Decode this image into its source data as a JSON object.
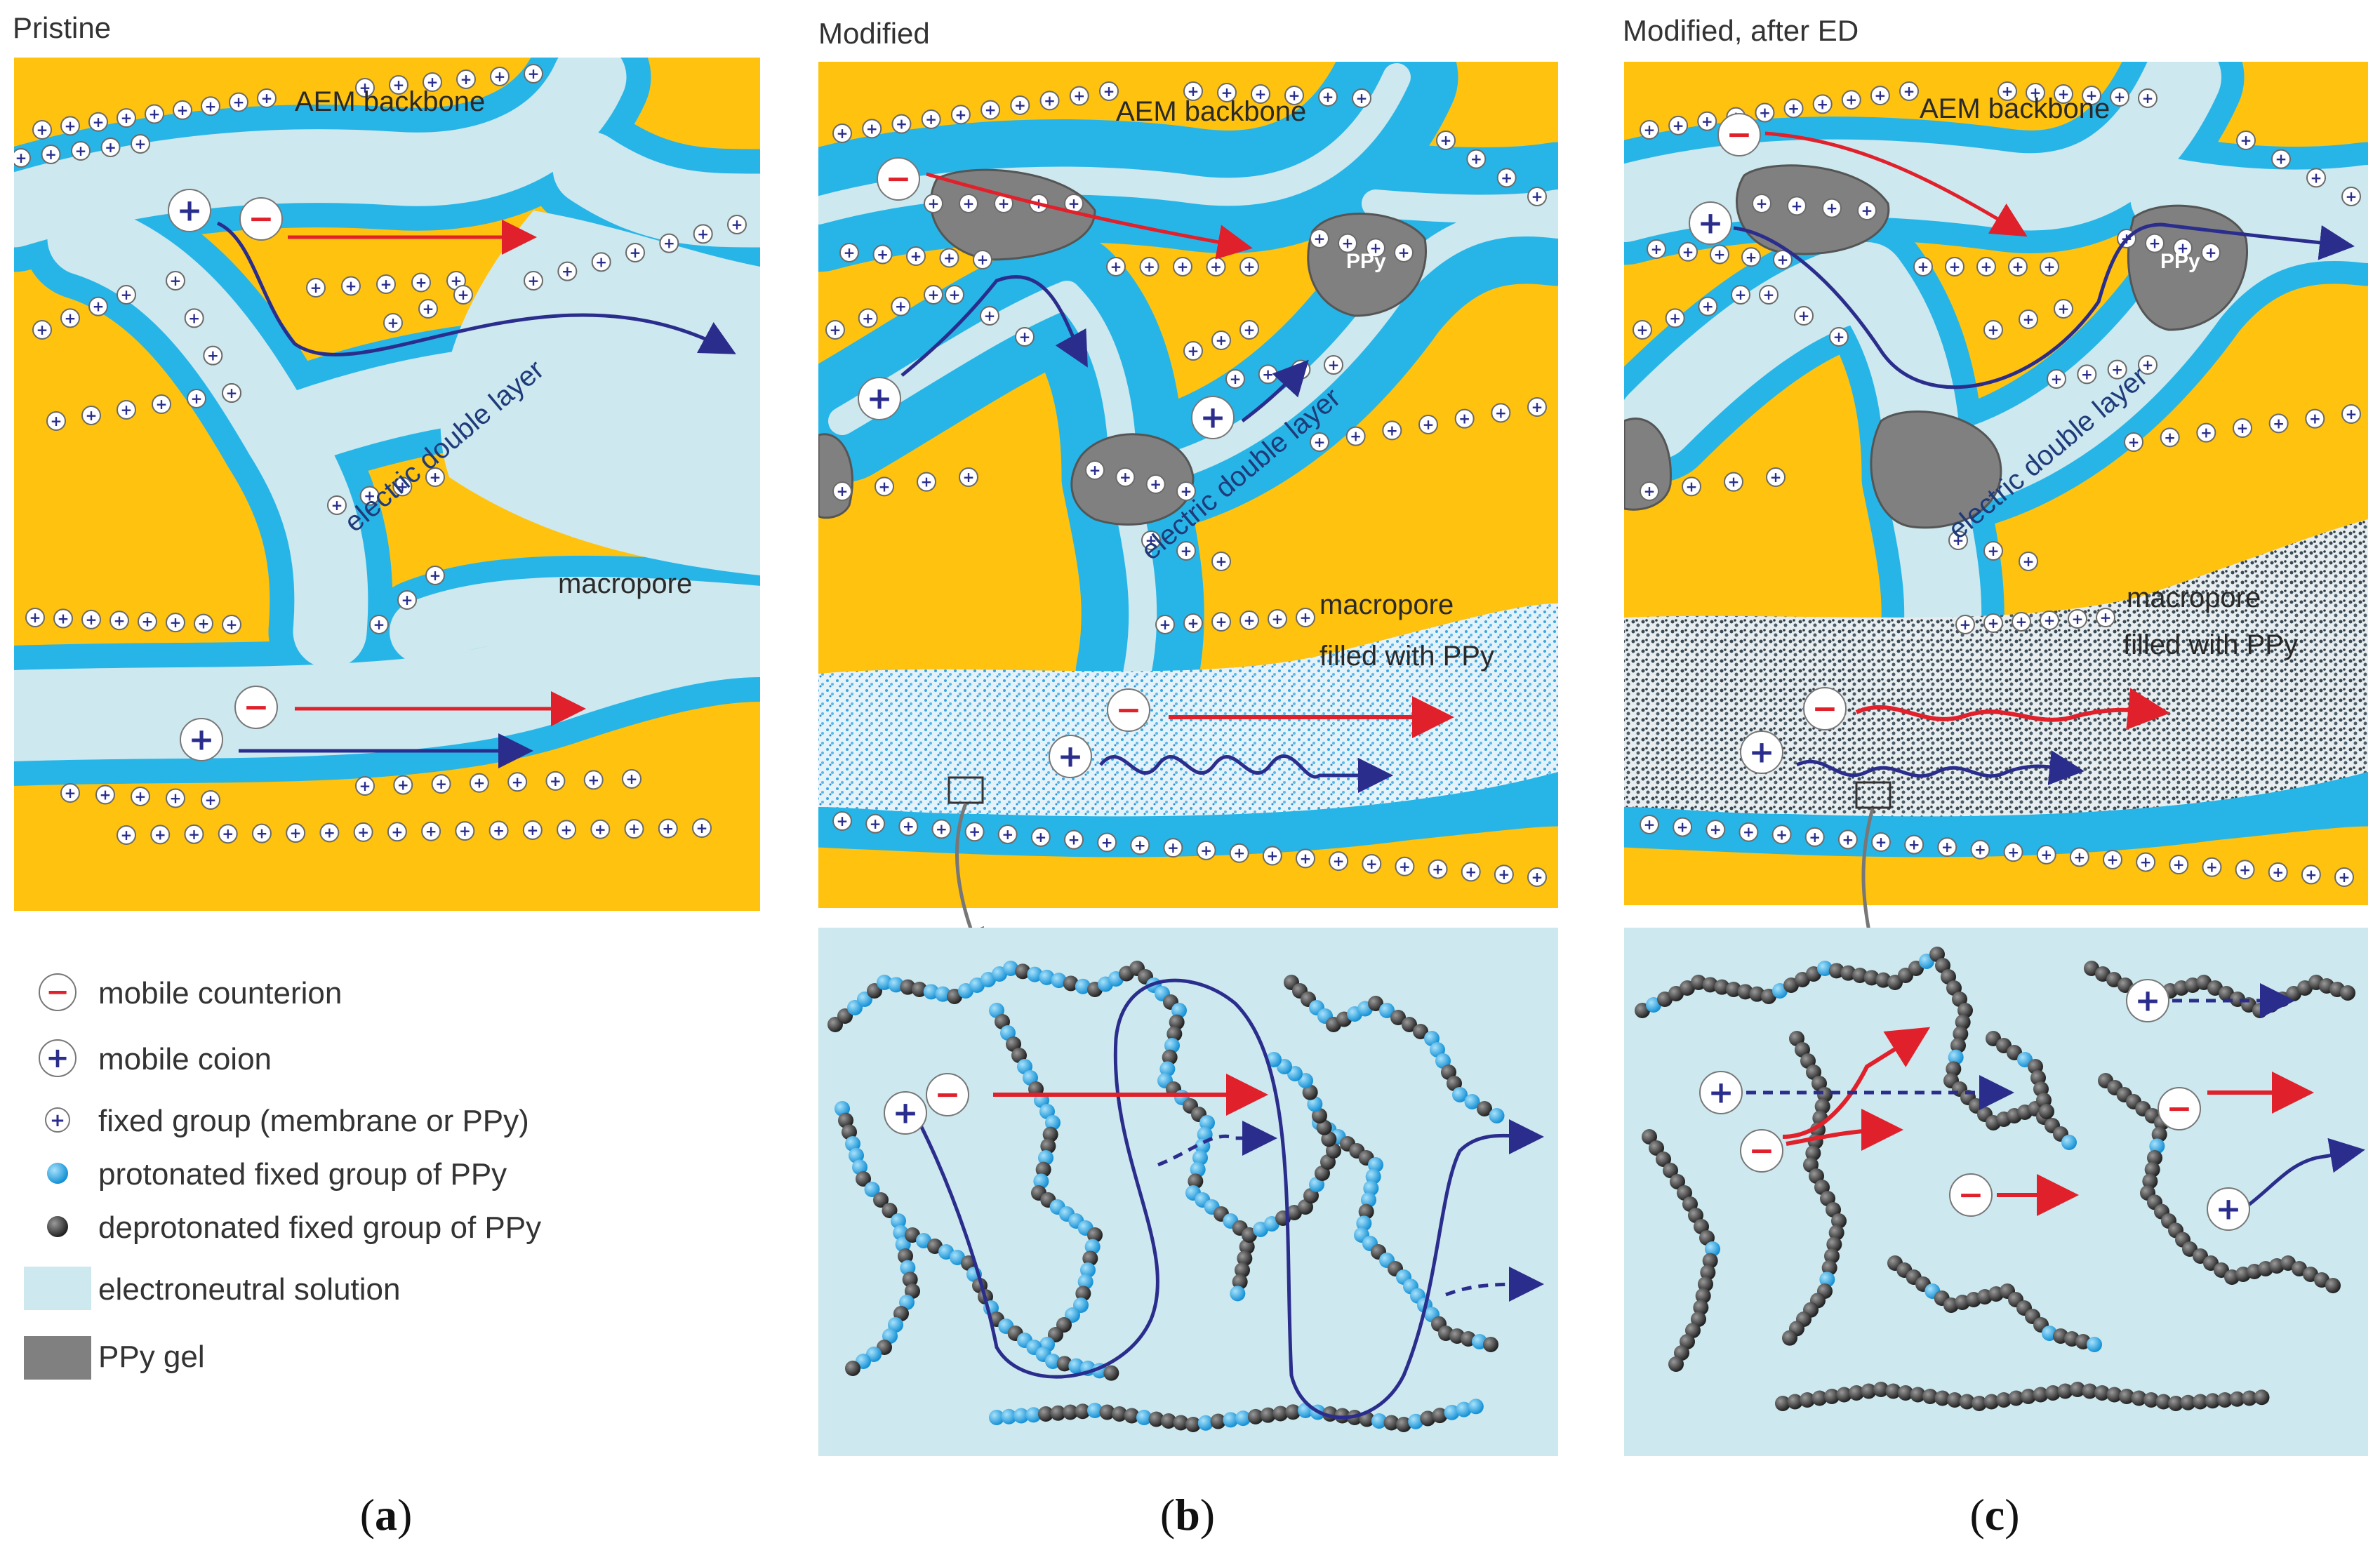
{
  "panels": [
    {
      "id": "a",
      "title": "Pristine",
      "backbone": "AEM backbone",
      "edl": "electric double layer",
      "macropore": [
        "macropore"
      ],
      "caption_letter": "a"
    },
    {
      "id": "b",
      "title": "Modified",
      "backbone": "AEM backbone",
      "edl": "electric double layer",
      "ppy": "PPy",
      "macropore": [
        "macropore",
        "filled with PPy"
      ],
      "caption_letter": "b"
    },
    {
      "id": "c",
      "title": "Modified, after ED",
      "backbone": "AEM backbone",
      "edl": "electric double layer",
      "ppy": "PPy",
      "macropore": [
        "macropore",
        "filled with PPy"
      ],
      "caption_letter": "c"
    }
  ],
  "legend": [
    {
      "icon": "mobile-counterion-icon",
      "label": "mobile counterion"
    },
    {
      "icon": "mobile-coion-icon",
      "label": "mobile coion"
    },
    {
      "icon": "fixed-group-icon",
      "label": "fixed group (membrane or PPy)"
    },
    {
      "icon": "protonated-group-icon",
      "label": "protonated fixed group of PPy"
    },
    {
      "icon": "deprotonated-group-icon",
      "label": "deprotonated fixed group of PPy"
    },
    {
      "icon": "solution-swatch-icon",
      "label": "electroneutral solution"
    },
    {
      "icon": "ppy-gel-swatch-icon",
      "label": "PPy gel"
    }
  ],
  "symbols": {
    "minus": "−",
    "plus": "+",
    "paren_open": "(",
    "paren_close": ")"
  },
  "colors": {
    "backbone": "#ffc20e",
    "edl": "#27b5e8",
    "solution": "#cde8ee",
    "ppy_gel": "#808080",
    "counterion_arrow": "#e0202a",
    "coion_arrow": "#2a2d8c",
    "protonated": "#2aa7e0",
    "deprotonated": "#3a3a3a"
  }
}
